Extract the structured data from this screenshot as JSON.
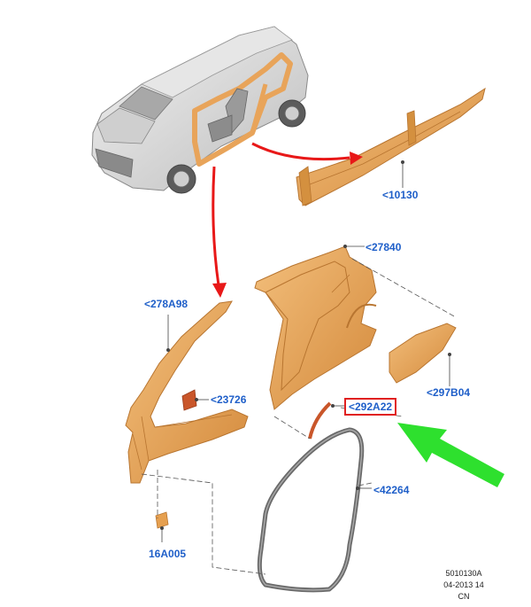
{
  "labels": {
    "part_10130": "<10130",
    "part_27840": "<27840",
    "part_278a98": "<278A98",
    "part_23726": "<23726",
    "part_292a22": "<292A22",
    "part_297b04": "<297B04",
    "part_42264": "<42264",
    "part_16a005": "16A005"
  },
  "footer": {
    "line1": "5010130A",
    "line2": "04-2013 14",
    "line3": "CN"
  },
  "colors": {
    "panel": "#e8a45a",
    "panel_dark": "#c98540",
    "label": "#1f5fc9",
    "highlight_box": "#e02020",
    "pointer_arrow": "#2ee02e",
    "flow_arrow": "#e81818",
    "car_body": "#d9d9d9",
    "seal": "#666666"
  }
}
